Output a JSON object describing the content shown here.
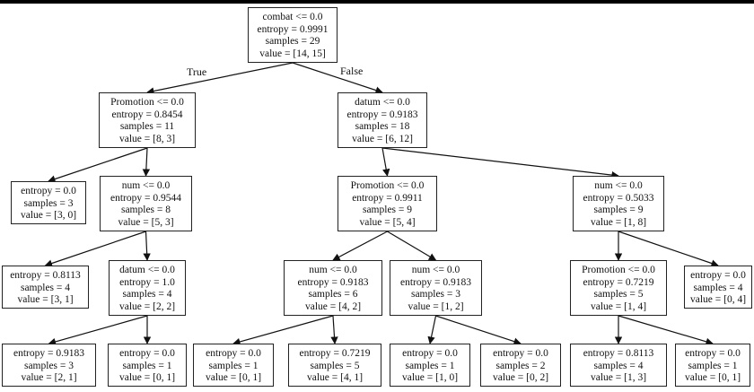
{
  "colors": {
    "background": "#ffffff",
    "border": "#222222",
    "text": "#111111",
    "outer": "#000000"
  },
  "edge_labels": {
    "true_label": "True",
    "false_label": "False"
  },
  "nodes": {
    "n0": {
      "lines": [
        "combat <= 0.0",
        "entropy = 0.9991",
        "samples = 29",
        "value = [14, 15]"
      ]
    },
    "n1": {
      "lines": [
        "Promotion <= 0.0",
        "entropy = 0.8454",
        "samples = 11",
        "value = [8, 3]"
      ]
    },
    "n2": {
      "lines": [
        "datum <= 0.0",
        "entropy = 0.9183",
        "samples = 18",
        "value = [6, 12]"
      ]
    },
    "n3": {
      "lines": [
        "entropy = 0.0",
        "samples = 3",
        "value = [3, 0]"
      ]
    },
    "n4": {
      "lines": [
        "num <= 0.0",
        "entropy = 0.9544",
        "samples = 8",
        "value = [5, 3]"
      ]
    },
    "n5": {
      "lines": [
        "Promotion <= 0.0",
        "entropy = 0.9911",
        "samples = 9",
        "value = [5, 4]"
      ]
    },
    "n6": {
      "lines": [
        "num <= 0.0",
        "entropy = 0.5033",
        "samples = 9",
        "value = [1, 8]"
      ]
    },
    "n7": {
      "lines": [
        "entropy = 0.8113",
        "samples = 4",
        "value = [3, 1]"
      ]
    },
    "n8": {
      "lines": [
        "datum <= 0.0",
        "entropy = 1.0",
        "samples = 4",
        "value = [2, 2]"
      ]
    },
    "n9": {
      "lines": [
        "num <= 0.0",
        "entropy = 0.9183",
        "samples = 6",
        "value = [4, 2]"
      ]
    },
    "n10": {
      "lines": [
        "num <= 0.0",
        "entropy = 0.9183",
        "samples = 3",
        "value = [1, 2]"
      ]
    },
    "n11": {
      "lines": [
        "Promotion <= 0.0",
        "entropy = 0.7219",
        "samples = 5",
        "value = [1, 4]"
      ]
    },
    "n12": {
      "lines": [
        "entropy = 0.0",
        "samples = 4",
        "value = [0, 4]"
      ]
    },
    "n13": {
      "lines": [
        "entropy = 0.9183",
        "samples = 3",
        "value = [2, 1]"
      ]
    },
    "n14": {
      "lines": [
        "entropy = 0.0",
        "samples = 1",
        "value = [0, 1]"
      ]
    },
    "n15": {
      "lines": [
        "entropy = 0.0",
        "samples = 1",
        "value = [0, 1]"
      ]
    },
    "n16": {
      "lines": [
        "entropy = 0.7219",
        "samples = 5",
        "value = [4, 1]"
      ]
    },
    "n17": {
      "lines": [
        "entropy = 0.0",
        "samples = 1",
        "value = [1, 0]"
      ]
    },
    "n18": {
      "lines": [
        "entropy = 0.0",
        "samples = 2",
        "value = [0, 2]"
      ]
    },
    "n19": {
      "lines": [
        "entropy = 0.8113",
        "samples = 4",
        "value = [1, 3]"
      ]
    },
    "n20": {
      "lines": [
        "entropy = 0.0",
        "samples = 1",
        "value = [0, 1]"
      ]
    }
  }
}
